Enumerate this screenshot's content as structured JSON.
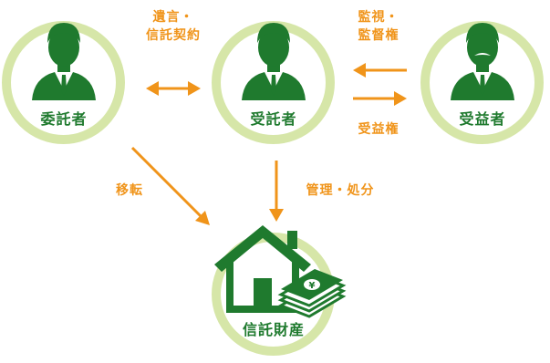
{
  "entrustor": {
    "label": "委託者"
  },
  "trustee": {
    "label": "受託者"
  },
  "beneficiary": {
    "label": "受益者"
  },
  "trust_property": {
    "label": "信託財産"
  },
  "relations": {
    "will_line1": "遺言・",
    "will_line2": "信託契約",
    "supervise_line1": "監視・",
    "supervise_line2": "監督権",
    "beneficial_right": "受益権",
    "transfer": "移転",
    "management": "管理・処分"
  },
  "colors": {
    "circle": "#d6e6a8",
    "person": "#1f7a2e",
    "arrow": "#f0941a",
    "label_text": "#f0941a",
    "role_text": "#1f7a2e"
  }
}
